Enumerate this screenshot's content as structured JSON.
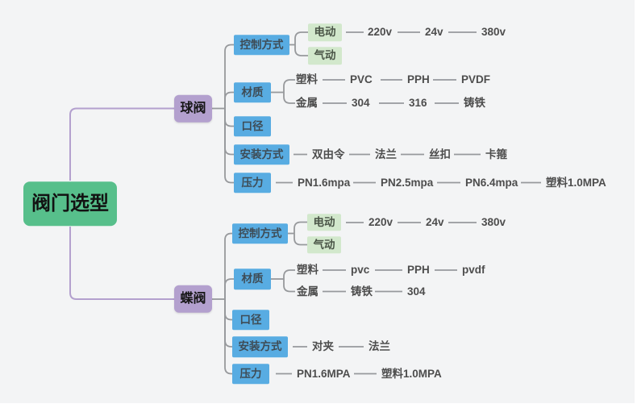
{
  "palette": {
    "canvas_background": "#f3f4f5",
    "root_green": "#57bf8b",
    "branch_purple": "#b3a0ce",
    "category_blue": "#58ace2",
    "leaf_green": "#d2e8cc",
    "connector_gray": "#97999c",
    "connector_purple": "#b3a0ce",
    "leaf_text_gray": "#4d4d4d"
  },
  "root": {
    "label": "阀门选型"
  },
  "ball_valve": {
    "label": "球阀",
    "control": {
      "label": "控制方式",
      "electric": {
        "label": "电动",
        "chain": [
          "220v",
          "24v",
          "380v"
        ]
      },
      "pneumatic": {
        "label": "气动"
      }
    },
    "material": {
      "label": "材质",
      "plastic": {
        "label": "塑料",
        "chain": [
          "PVC",
          "PPH",
          "PVDF"
        ]
      },
      "metal": {
        "label": "金属",
        "chain": [
          "304",
          "316",
          "铸铁"
        ]
      }
    },
    "diameter": {
      "label": "口径"
    },
    "install": {
      "label": "安装方式",
      "chain": [
        "双由令",
        "法兰",
        "丝扣",
        "卡箍"
      ]
    },
    "pressure": {
      "label": "压力",
      "chain": [
        "PN1.6mpa",
        "PN2.5mpa",
        "PN6.4mpa",
        "塑料1.0MPA"
      ]
    }
  },
  "butterfly_valve": {
    "label": "蝶阀",
    "control": {
      "label": "控制方式",
      "electric": {
        "label": "电动",
        "chain": [
          "220v",
          "24v",
          "380v"
        ]
      },
      "pneumatic": {
        "label": "气动"
      }
    },
    "material": {
      "label": "材质",
      "plastic": {
        "label": "塑料",
        "chain": [
          "pvc",
          "PPH",
          "pvdf"
        ]
      },
      "metal": {
        "label": "金属",
        "chain": [
          "铸铁",
          "304"
        ]
      }
    },
    "diameter": {
      "label": "口径"
    },
    "install": {
      "label": "安装方式",
      "chain": [
        "对夹",
        "法兰"
      ]
    },
    "pressure": {
      "label": "压力",
      "chain": [
        "PN1.6MPA",
        "塑料1.0MPA"
      ]
    }
  }
}
